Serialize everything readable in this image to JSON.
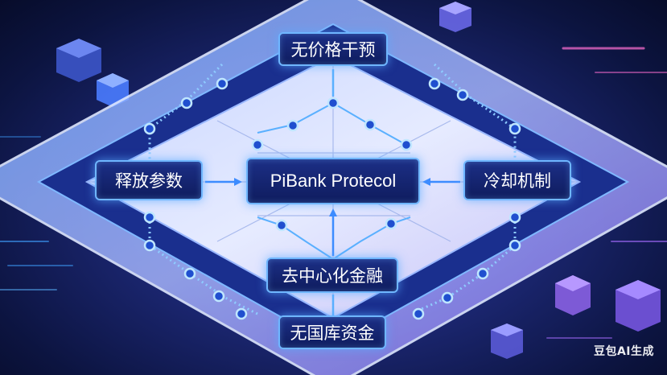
{
  "nodes": {
    "top": "无价格干预",
    "left": "释放参数",
    "center": "PiBank Protecol",
    "right": "冷却机制",
    "lower": "去中心化金融",
    "bottom": "无国库资金"
  },
  "watermark": "豆包AI生成",
  "colors": {
    "accent": "#6fb6ff",
    "box_fill": "#13226b",
    "arrow": "#3d8cff"
  }
}
